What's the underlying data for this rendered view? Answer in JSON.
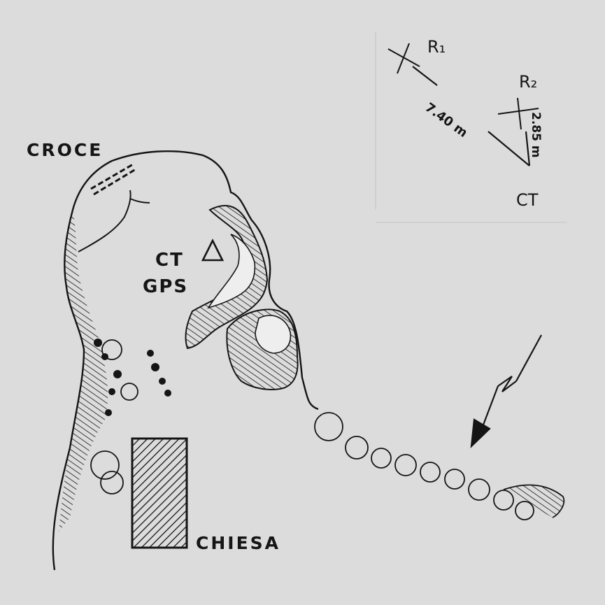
{
  "labels": {
    "croce": "CROCE",
    "ct": "CT",
    "gps": "GPS",
    "chiesa": "CHIESA",
    "r1": "R₁",
    "r2": "R₂",
    "ct_inset": "CT",
    "dist_r1_ct": "7.40 m",
    "dist_r2_ct": "2.85 m"
  },
  "icons": {
    "station": "triangle-marker",
    "north": "lightning-north-arrow",
    "church": "hatched-rectangle",
    "ref_point": "crosshair"
  },
  "colors": {
    "background": "#dcdcdc",
    "ink": "#151515"
  }
}
